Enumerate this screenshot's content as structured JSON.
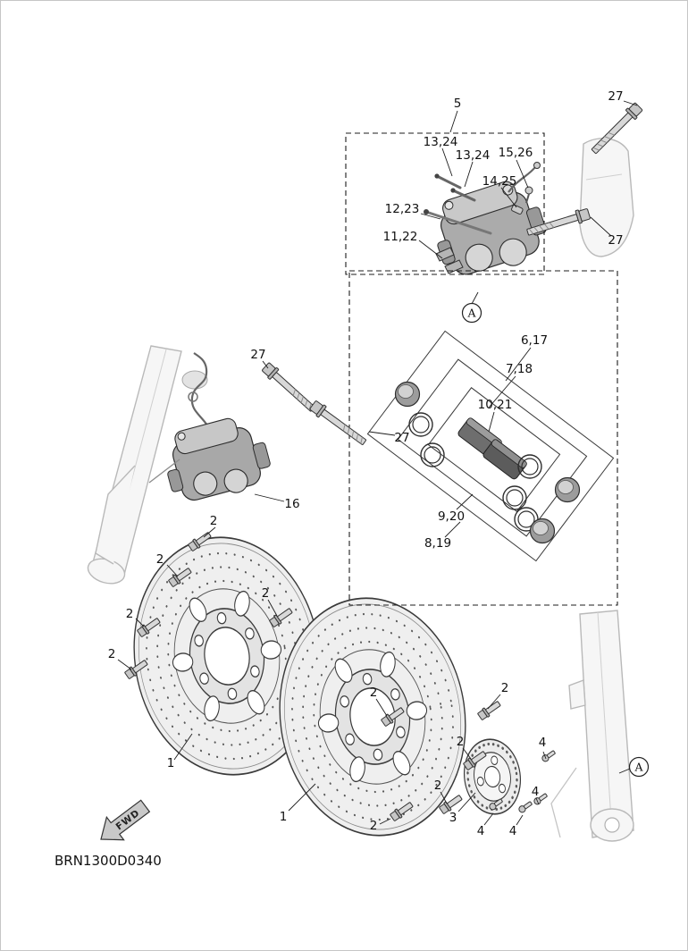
{
  "page": {
    "background": "#ffffff",
    "ink": "#1a1a1a",
    "metal_gray": "#c6c6c6"
  },
  "diagram": {
    "code": "BRN1300D0340",
    "fwd_label": "FWD",
    "view_marker": "A"
  },
  "callouts": [
    {
      "label": "5"
    },
    {
      "label": "27"
    },
    {
      "label": "13,24"
    },
    {
      "label": "13,24"
    },
    {
      "label": "15,26"
    },
    {
      "label": "14,25"
    },
    {
      "label": "12,23"
    },
    {
      "label": "11,22"
    },
    {
      "label": "27"
    },
    {
      "label": "6,17"
    },
    {
      "label": "7,18"
    },
    {
      "label": "10,21"
    },
    {
      "label": "27"
    },
    {
      "label": "27"
    },
    {
      "label": "16"
    },
    {
      "label": "2"
    },
    {
      "label": "2"
    },
    {
      "label": "9,20"
    },
    {
      "label": "8,19"
    },
    {
      "label": "2"
    },
    {
      "label": "2"
    },
    {
      "label": "2"
    },
    {
      "label": "1"
    },
    {
      "label": "2"
    },
    {
      "label": "2"
    },
    {
      "label": "2"
    },
    {
      "label": "4"
    },
    {
      "label": "2"
    },
    {
      "label": "4"
    },
    {
      "label": "1"
    },
    {
      "label": "3"
    },
    {
      "label": "2"
    },
    {
      "label": "4"
    },
    {
      "label": "4"
    }
  ]
}
